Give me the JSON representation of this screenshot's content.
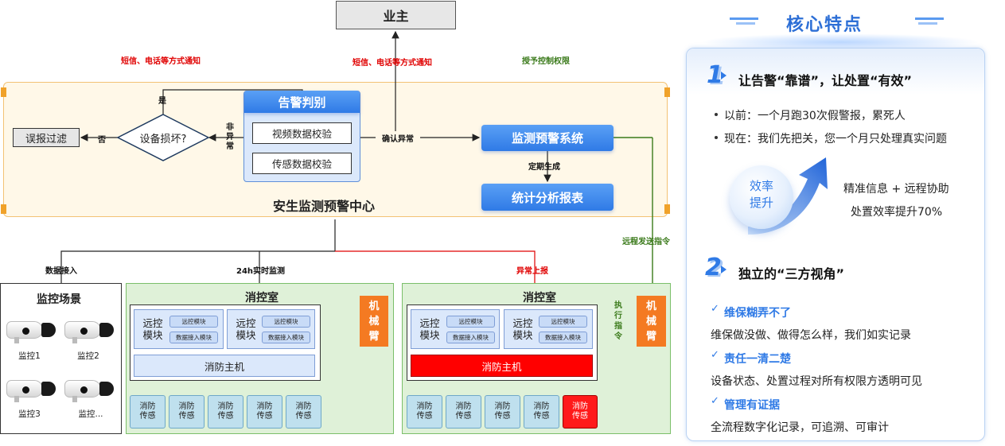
{
  "owner": "业主",
  "notify_left": "短信、电话等方式通知",
  "notify_mid": "短信、电话等方式通知",
  "grant_control": "授予控制权限",
  "center": {
    "yes_label": "是",
    "no_label": "否",
    "false_alarm": "误报过滤",
    "device_damaged": "设备损坏?",
    "abnormal_label": "非\n异\n常",
    "alarm_judge": "告警判别",
    "video_check": "视频数据校验",
    "sensor_check": "传感数据校验",
    "confirm_abnormal": "确认异常",
    "monitor_system": "监测预警系统",
    "periodic": "定期生成",
    "stats_report": "统计分析报表",
    "center_title": "安生监测预警中心",
    "remote_cmd": "远程发送指令"
  },
  "bottom_labels": {
    "data_access": "数据接入",
    "realtime": "24h实时监测",
    "abnormal_report": "异常上报"
  },
  "monitor_scene": {
    "title": "监控场景",
    "cams": [
      "监控1",
      "监控2",
      "监控3",
      "监控..."
    ]
  },
  "room_left": {
    "title": "消控室",
    "modules": [
      {
        "label": "远控\n模块",
        "chip1": "远控模块",
        "chip2": "数据接入模块"
      },
      {
        "label": "远控\n模块",
        "chip1": "远控模块",
        "chip2": "数据接入模块"
      }
    ],
    "host": "消防主机",
    "arm": "机\n械\n臂",
    "sensors": [
      "消防\n传感",
      "消防\n传感",
      "消防\n传感",
      "消防\n传感",
      "消防\n传感"
    ]
  },
  "room_right": {
    "title": "消控室",
    "modules": [
      {
        "label": "远控\n模块",
        "chip1": "远控模块",
        "chip2": "数据接入模块"
      },
      {
        "label": "远控\n模块",
        "chip1": "远控模块",
        "chip2": "数据接入模块"
      }
    ],
    "host": "消防主机",
    "exec_cmd": "执\n行\n指\n令",
    "arm": "机\n械\n臂",
    "sensors": [
      "消防\n传感",
      "消防\n传感",
      "消防\n传感",
      "消防\n传感",
      "消防\n传感"
    ]
  },
  "panel": {
    "title": "核心特点",
    "f1_num": "1",
    "f1_title": "让告警“靠谱”，让处置“有效”",
    "f1_b1": "以前：一个月跑30次假警报，累死人",
    "f1_b2": "现在：我们先把关，您一个月只处理真实问题",
    "orb_text": "效率\n提升",
    "eff_1": "精准信息 + 远程协助",
    "eff_2": "处置效率提升70%",
    "f2_num": "2",
    "f2_title": "独立的“三方视角”",
    "items": [
      {
        "head": "维保糊弄不了",
        "desc": "维保做没做、做得怎么样，我们如实记录"
      },
      {
        "head": "责任一清二楚",
        "desc": "设备状态、处置过程对所有权限方透明可见"
      },
      {
        "head": "管理有证据",
        "desc": "全流程数字化记录，可追溯、可审计"
      }
    ]
  },
  "colors": {
    "accent_blue": "#2f7ae6",
    "alert_red": "#ff0000",
    "arm_orange": "#f47a22",
    "room_green": "#dff1d8",
    "center_orange": "#f3c274"
  }
}
